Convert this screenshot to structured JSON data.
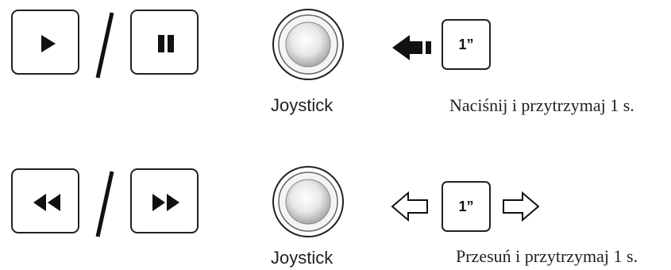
{
  "row1": {
    "buttons": [
      "play-icon",
      "pause-icon"
    ],
    "joystick_label": "Joystick",
    "arrow": "left-filled-arrow-icon",
    "time_label": "1”",
    "caption": "Naciśnij i przytrzymaj 1 s."
  },
  "row2": {
    "buttons": [
      "rewind-icon",
      "fast-forward-icon"
    ],
    "joystick_label": "Joystick",
    "arrows": [
      "left-outline-arrow-icon",
      "right-outline-arrow-icon"
    ],
    "time_label": "1”",
    "caption": "Przesuń i przytrzymaj 1 s."
  }
}
